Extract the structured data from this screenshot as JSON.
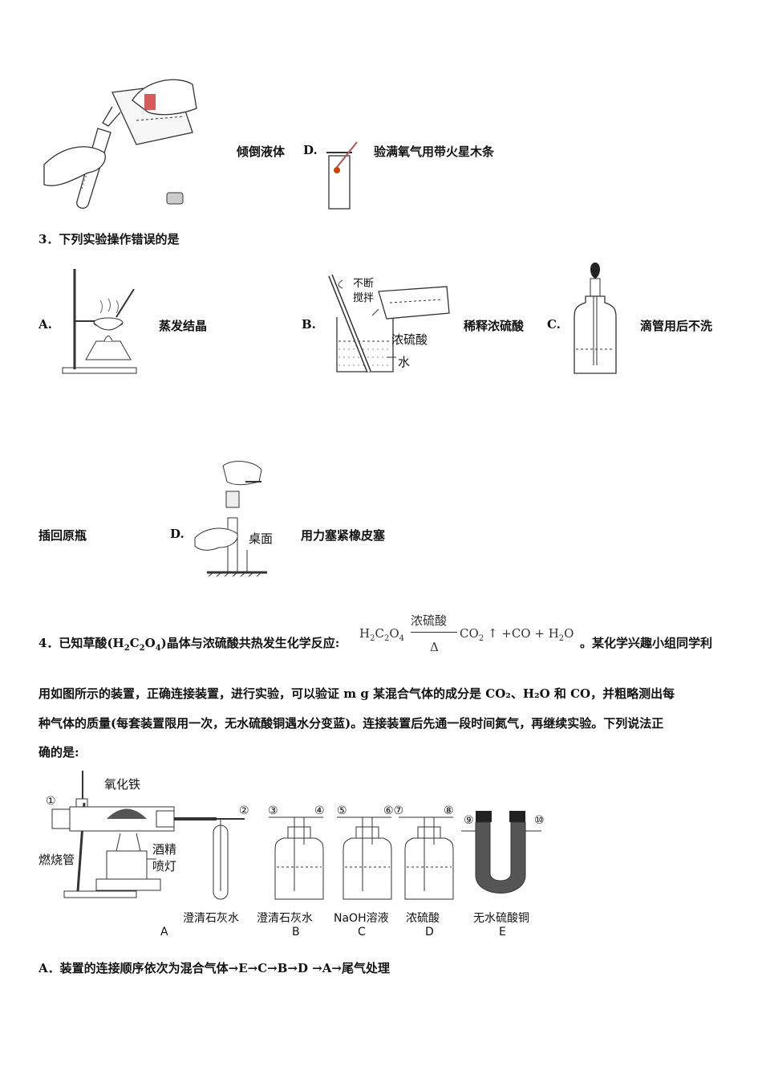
{
  "top": {
    "pour_label": "倾倒液体",
    "d_letter": "D.",
    "d_text": "验满氧气用带火星木条"
  },
  "q3": {
    "stem": "3．下列实验操作错误的是",
    "a_letter": "A.",
    "a_text": "蒸发结晶",
    "b_letter": "B.",
    "b_text": "稀释浓硫酸",
    "b_fig_stir1": "不断",
    "b_fig_stir2": "搅拌",
    "b_fig_acid": "浓硫酸",
    "b_fig_water": "水",
    "c_letter": "C.",
    "c_text": "滴管用后不洗",
    "c_cont": "插回原瓶",
    "d_letter": "D.",
    "d_text": "用力塞紧橡皮塞",
    "d_fig_desk": "桌面"
  },
  "q4": {
    "stem_prefix": "4．已知草酸(H",
    "stem_mid": "晶体与浓硫酸共热发生化学反应:",
    "eq_condition_top": "浓硫酸",
    "eq_condition_bottom": "Δ",
    "stem_suffix": "。某化学兴趣小组同学利",
    "line2": "用如图所示的装置，正确连接装置，进行实验，可以验证 m g 某混合气体的成分是 CO₂、H₂O 和 CO，并粗略测出每",
    "line3": "种气体的质量(每套装置限用一次，无水硫酸铜遇水分变蓝)。连接装置后先通一段时间氮气，再继续实验。下列说法正",
    "line4": "确的是:",
    "fig": {
      "iron_oxide": "氧化铁",
      "tube": "燃烧管",
      "lamp1": "酒精",
      "lamp2": "喷灯",
      "ports": [
        "①",
        "②",
        "③",
        "④",
        "⑤",
        "⑥⑦",
        "⑧",
        "⑨",
        "⑩"
      ],
      "captions": [
        "澄清石灰水",
        "澄清石灰水",
        "NaOH溶液",
        "浓硫酸",
        "无水硫酸铜"
      ],
      "letters": [
        "A",
        "B",
        "C",
        "D",
        "E"
      ]
    },
    "option_a": "A．装置的连接顺序依次为混合气体→E→C→B→D →A→尾气处理"
  }
}
